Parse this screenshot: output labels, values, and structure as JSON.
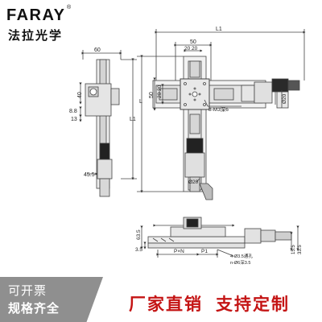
{
  "brand": {
    "name": "FARAY",
    "registered_mark": "®",
    "name_cn": "法拉光学"
  },
  "drawing": {
    "dimensions": {
      "L1_top": "L1",
      "L1_side": "L1",
      "L_top": "L",
      "L_front": "L",
      "width_60": "60",
      "width_50": "50",
      "spacing_20_20": "20 20",
      "dim_40": "40",
      "dim_8_8": "8.8",
      "dim_13": "13",
      "dim_45_5": "45.5",
      "dim_50_vert": "50",
      "dim_20_20_vert": "20 20",
      "screw_note": "8-M3深6",
      "phi20_right": "Ø20",
      "phi20_bottom": "Ø20",
      "front_63_5": "63.5",
      "front_h_3_5": "3.5",
      "front_pxn": "P×N",
      "front_holes": "4-Ø3.5通孔",
      "front_hole2": "n-Ø6深3.5",
      "front_15_5": "15.5",
      "front_33_5": "33.5",
      "front_p1": "P1"
    }
  },
  "footer": {
    "line1": "可开票",
    "line2": "规格齐全",
    "cta1": "厂家直销",
    "cta2": "支持定制",
    "accent_color": "#c41414",
    "panel_color": "#8f8f8f"
  }
}
